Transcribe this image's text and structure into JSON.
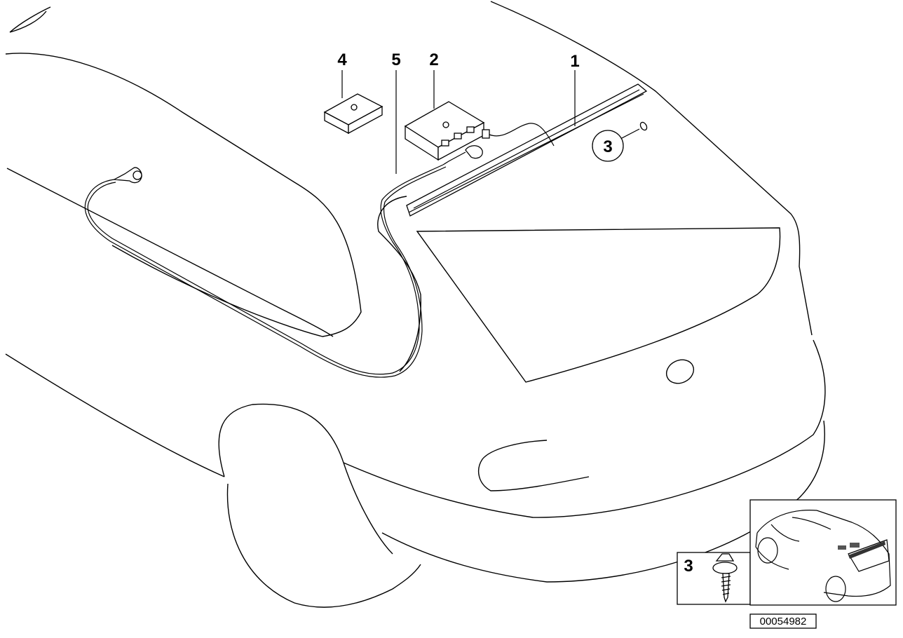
{
  "callouts": [
    {
      "id": "callout-1",
      "text": "1"
    },
    {
      "id": "callout-2",
      "text": "2"
    },
    {
      "id": "callout-3",
      "text": "3"
    },
    {
      "id": "callout-4",
      "text": "4"
    },
    {
      "id": "callout-5",
      "text": "5"
    }
  ],
  "inset_screw_label": "3",
  "diagram_number": "00054982"
}
